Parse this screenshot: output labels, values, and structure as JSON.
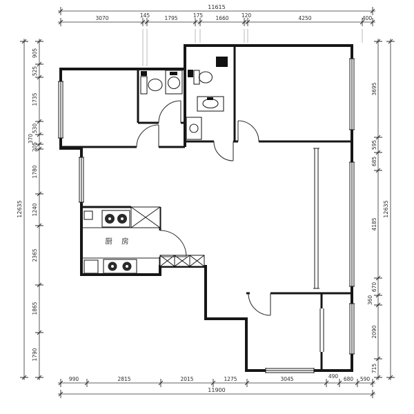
{
  "plan": {
    "rooms": {
      "kitchen_label": "厨 房"
    },
    "dimensions": {
      "top": {
        "total": "11615",
        "segments": [
          "3070",
          "145",
          "1795",
          "175",
          "1660",
          "120",
          "4250",
          "400"
        ]
      },
      "bottom": {
        "total": "11900",
        "segments": [
          "990",
          "2815",
          "2015",
          "1275",
          "3045",
          "490",
          "680",
          "590"
        ]
      },
      "left": {
        "total": "12635",
        "segments": [
          "905",
          "525",
          "1735",
          "530",
          "370",
          "205",
          "1780",
          "1240",
          "2365",
          "1865",
          "1790"
        ]
      },
      "right": {
        "total": "12635",
        "segments": [
          "3695",
          "595",
          "685",
          "4185",
          "670",
          "360",
          "2090",
          "715"
        ]
      }
    },
    "colors": {
      "wall": "#161616",
      "dimension": "#2b2b2b",
      "fixture": "#222222"
    }
  }
}
